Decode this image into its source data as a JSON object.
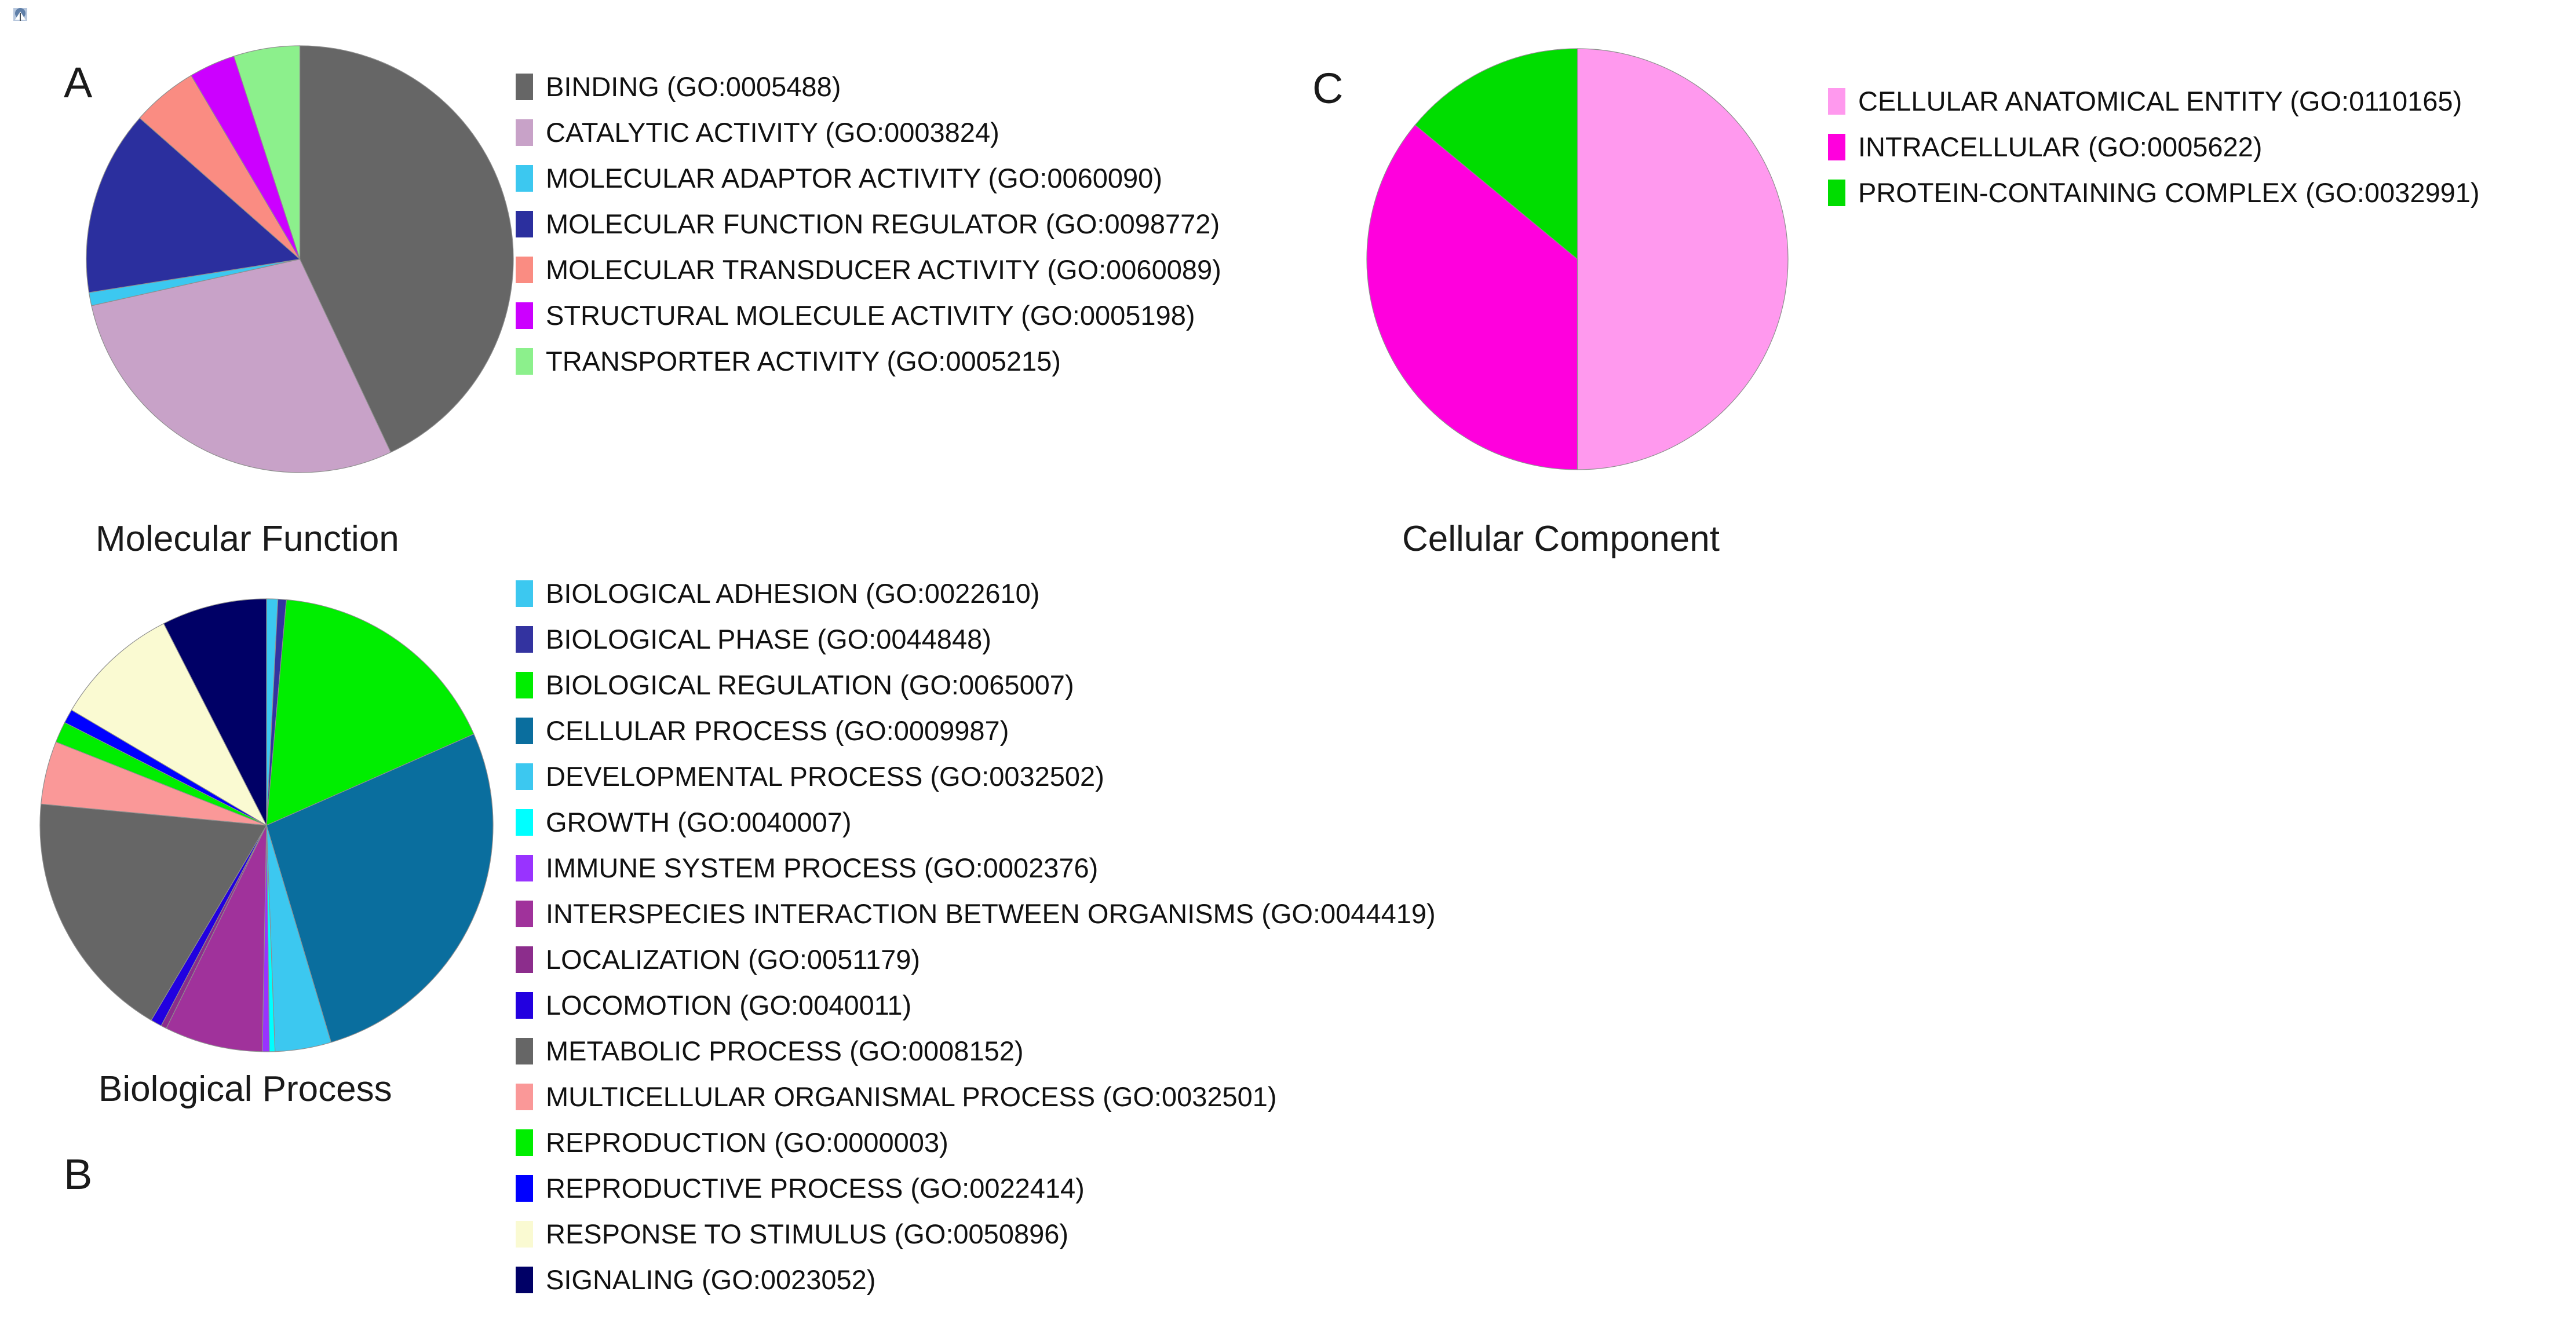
{
  "figure": {
    "corner_icon": "small-image-placeholder-icon"
  },
  "panels": [
    {
      "letter": "A",
      "caption": "Molecular Function"
    },
    {
      "letter": "B",
      "caption": "Biological Process"
    },
    {
      "letter": "C",
      "caption": "Cellular Component"
    }
  ],
  "chart_data": [
    {
      "type": "pie",
      "title": "Molecular Function",
      "panel": "A",
      "legend_position": "right",
      "categories": [
        "BINDING (GO:0005488)",
        "CATALYTIC ACTIVITY (GO:0003824)",
        "MOLECULAR ADAPTOR ACTIVITY (GO:0060090)",
        "MOLECULAR FUNCTION REGULATOR (GO:0098772)",
        "MOLECULAR TRANSDUCER ACTIVITY (GO:0060089)",
        "STRUCTURAL MOLECULE ACTIVITY (GO:0005198)",
        "TRANSPORTER ACTIVITY (GO:0005215)"
      ],
      "values": [
        43.0,
        28.5,
        1.0,
        14.0,
        5.0,
        3.5,
        5.0
      ],
      "colors": [
        "#666666",
        "#c8a2c8",
        "#3cc8f0",
        "#2b2f9e",
        "#fa8c82",
        "#cc00ff",
        "#8cf08c"
      ],
      "units": "percent",
      "start_angle_deg": 0
    },
    {
      "type": "pie",
      "title": "Biological Process",
      "panel": "B",
      "legend_position": "right",
      "categories": [
        "BIOLOGICAL ADHESION (GO:0022610)",
        "BIOLOGICAL PHASE (GO:0044848)",
        "BIOLOGICAL REGULATION (GO:0065007)",
        "CELLULAR PROCESS (GO:0009987)",
        "DEVELOPMENTAL PROCESS (GO:0032502)",
        "GROWTH (GO:0040007)",
        "IMMUNE SYSTEM PROCESS (GO:0002376)",
        "INTERSPECIES INTERACTION BETWEEN ORGANISMS (GO:0044419)",
        "LOCALIZATION (GO:0051179)",
        "LOCOMOTION (GO:0040011)",
        "METABOLIC PROCESS (GO:0008152)",
        "MULTICELLULAR ORGANISMAL PROCESS (GO:0032501)",
        "REPRODUCTION (GO:0000003)",
        "REPRODUCTIVE PROCESS (GO:0022414)",
        "RESPONSE TO STIMULUS (GO:0050896)",
        "SIGNALING (GO:0023052)"
      ],
      "values": [
        0.8,
        0.6,
        17.0,
        27.0,
        4.0,
        0.4,
        0.5,
        7.0,
        0.4,
        0.8,
        18.0,
        4.5,
        1.5,
        1.0,
        9.0,
        7.5
      ],
      "colors": [
        "#3cc8f0",
        "#3333a0",
        "#00ee00",
        "#0a6e9e",
        "#3cc8f0",
        "#00ffff",
        "#9933ff",
        "#a0329b",
        "#8c2d8c",
        "#2200e0",
        "#666666",
        "#fa9898",
        "#00ee00",
        "#0000ff",
        "#fafad2",
        "#000066"
      ],
      "units": "percent",
      "start_angle_deg": 0
    },
    {
      "type": "pie",
      "title": "Cellular Component",
      "panel": "C",
      "legend_position": "right",
      "categories": [
        "CELLULAR ANATOMICAL ENTITY (GO:0110165)",
        "INTRACELLULAR (GO:0005622)",
        "PROTEIN-CONTAINING COMPLEX (GO:0032991)"
      ],
      "values": [
        50.0,
        36.0,
        14.0
      ],
      "colors": [
        "#ff99ee",
        "#ff00dd",
        "#00dd00"
      ],
      "units": "percent",
      "start_angle_deg": 0
    }
  ]
}
